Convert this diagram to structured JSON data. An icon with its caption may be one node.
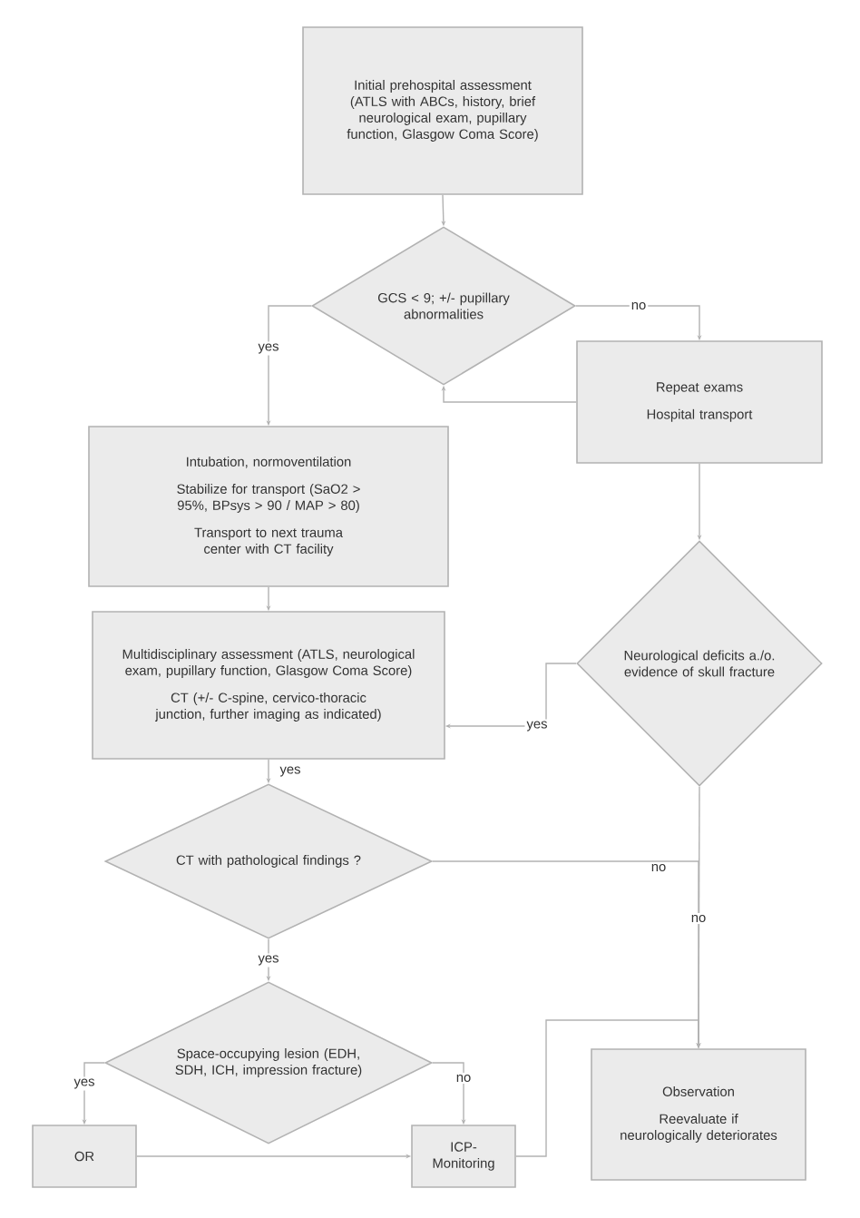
{
  "diagram": {
    "nodes": [
      {
        "text": [
          "Initial prehospital assessment (ATLS with ABCs, history, brief neurological exam, pupillary function, Glasgow Coma Score)"
        ]
      },
      {
        "text": [
          "GCS < 9; +/- pupillary abnormalities"
        ]
      },
      {
        "text": [
          "Repeat exams",
          "Hospital transport"
        ]
      },
      {
        "text": [
          "Intubation, normoventilation",
          "Stabilize for transport (SaO2 > 95%, BPsys > 90 / MAP > 80)",
          "Transport to next trauma center with CT facility"
        ]
      },
      {
        "text": [
          "Multidisciplinary assessment (ATLS, neurological exam, pupillary function, Glasgow Coma Score)",
          "CT (+/- C-spine, cervico-thoracic junction, further imaging as indicated)"
        ]
      },
      {
        "text": [
          "Neurological deficits a./o. evidence of skull fracture"
        ]
      },
      {
        "text": [
          "CT with pathological findings ?"
        ]
      },
      {
        "text": [
          "Space-occupying lesion (EDH, SDH, ICH, impression fracture)"
        ]
      },
      {
        "text": [
          "OR"
        ]
      },
      {
        "text": [
          "ICP- Monitoring"
        ]
      },
      {
        "text": [
          "Observation",
          "Reevaluate if neurologically deteriorates"
        ]
      }
    ],
    "edges": [
      {
        "from": 0,
        "to": 1,
        "arrow": "to"
      },
      {
        "from": 1,
        "to": 3,
        "arrow": "to",
        "label": "yes"
      },
      {
        "from": 1,
        "to": 2,
        "arrow": "to",
        "label": "no"
      },
      {
        "from": 2,
        "to": 1,
        "arrow": "to"
      },
      {
        "from": 3,
        "to": 4,
        "arrow": "to"
      },
      {
        "from": 2,
        "to": 5,
        "arrow": "to"
      },
      {
        "from": 5,
        "to": 4,
        "arrow": "to",
        "label": "yes"
      },
      {
        "from": 4,
        "to": 6,
        "arrow": "to",
        "label": "yes"
      },
      {
        "from": 6,
        "to": 7,
        "arrow": "to",
        "label": "yes"
      },
      {
        "from": 6,
        "to": 10,
        "arrow": "to",
        "label": "no"
      },
      {
        "from": 5,
        "to": 10,
        "arrow": "to",
        "label": "no"
      },
      {
        "from": 7,
        "to": 8,
        "arrow": "to",
        "label": "yes"
      },
      {
        "from": 7,
        "to": 9,
        "arrow": "to",
        "label": "no"
      },
      {
        "from": 8,
        "to": 9,
        "arrow": "to"
      },
      {
        "from": 9,
        "to": 10,
        "arrow": "to"
      }
    ]
  }
}
